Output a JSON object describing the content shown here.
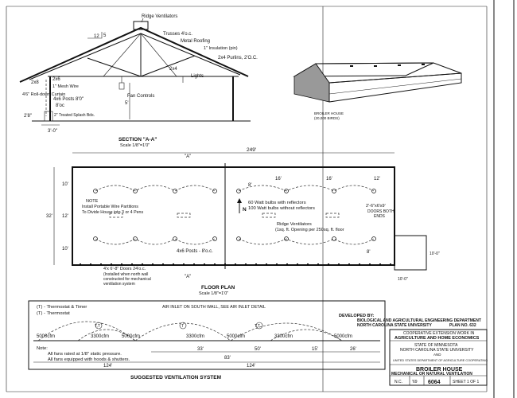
{
  "section": {
    "ridge_ventilators": "Ridge Ventilators",
    "trusses": "Trusses 4'o.c.",
    "metal_roofing": "Metal Roofing",
    "insulation": "1\" Insulation (pin)",
    "purlins": "2x4 Purlins, 2'O.C.",
    "lights": "Lights",
    "fan_controls": "Fan Controls",
    "pitch_12": "12",
    "pitch_5": "5",
    "twox4": "2x4",
    "twox8": "2x8",
    "twox6": "2x6",
    "mesh_wire": "1\" Mesh Wire",
    "rolldown": "4'6\" Roll-down Curtain",
    "posts": "4x6 Posts 8'0\"",
    "posts_oc": "8'oc",
    "splash": "2\" Treated Splash Bds.",
    "dim_2_8": "2'8\"",
    "dim_3_0": "3'-0\"",
    "height_5": "5'",
    "title": "SECTION \"A-A\"",
    "scale": "Scale 1/8\"=1'0\""
  },
  "perspective": {
    "caption1": "BROILER HOUSE",
    "caption2": "(20,000 BIRDS)"
  },
  "floor": {
    "overall_length": "249'",
    "marker_a_top": "\"A\"",
    "marker_a_bottom": "\"A\"",
    "dim_10_top": "10'",
    "dim_12": "12'",
    "dim_10_bottom": "10'",
    "dim_32": "32'",
    "dim_16a": "16'",
    "dim_16b": "16'",
    "dim_12_right": "12'",
    "dim_8": "8'",
    "dim_8b": "8'",
    "note_label": "NOTE",
    "note_1": "Install Portable Wire Partitions",
    "note_2": "To Divide House into 3 or 4 Pens",
    "bulbs_1": "60 Watt bulbs with reflectors",
    "bulbs_2": "100 Watt bulbs without reflectors",
    "doors_both": "2'-6\"x6'x9'",
    "doors_both_2": "DOORS BOTH",
    "doors_both_3": "ENDS",
    "ridge_1": "Ridge Ventilators",
    "ridge_2": "(1sq. ft. Opening per 250sq. ft. floor",
    "posts": "4x6 Posts - 8'o.c.",
    "doors_1": "4'x 6'-8\" Doors 24'o.c.",
    "doors_2": "(Installed when north wall",
    "doors_3": "constructed for mechanical",
    "doors_4": "ventilation system",
    "north": "N",
    "annex_dim": "10'-0\"",
    "annex_dim2": "10'-0\"",
    "title": "FLOOR PLAN",
    "scale": "Scale 1/8\"=1'0\""
  },
  "vent": {
    "legend_1": "(T) - Thermostat & Timer",
    "legend_2": "(T) - Thermostat",
    "air_inlet": "AIR INLET ON SOUTH WALL, SEE AIR INLET DETAIL",
    "tt1": "T,T",
    "t2": "T",
    "tt3": "T,T",
    "cfm_1": "5000cfm",
    "cfm_2": "3300cfm",
    "cfm_3": "5000cfm",
    "cfm_4": "3300cfm",
    "cfm_5": "5000cfm",
    "cfm_6": "3300cfm",
    "cfm_7": "5000cfm",
    "d33": "33'",
    "d50": "50'",
    "d15": "15'",
    "d26": "26'",
    "d83": "83'",
    "d124a": "124'",
    "d124b": "124'",
    "note_label": "Note:",
    "note_1": "All fans rated at 1/8\" static pressure.",
    "note_2": "All fans equipped with hoods & shutters.",
    "title": "SUGGESTED VENTILATION SYSTEM"
  },
  "developed": {
    "line1": "DEVELOPED BY:",
    "line2": "BIOLOGICAL AND AGRICULTURAL ENGINEERING DEPARTMENT",
    "line3": "NORTH CAROLINA STATE UNIVERSITY",
    "plan_no": "PLAN NO. 632"
  },
  "title_block": {
    "coop1": "COOPERATIVE EXTENSION WORK IN",
    "coop2": "AGRICULTURE AND HOME ECONOMICS",
    "state1": "STATE OF MINNESOTA",
    "state2": "NORTH CAROLINA STATE UNIVERSITY",
    "and": "AND",
    "usda": "UNITED STATES DEPARTMENT OF AGRICULTURE COOPERATING",
    "name": "BROILER HOUSE",
    "sub": "MECHANICAL OR NATURAL VENTILATION",
    "nc": "N.C.",
    "year": "'69",
    "plan": "6064",
    "sheet": "SHEET 1 OF 1"
  }
}
